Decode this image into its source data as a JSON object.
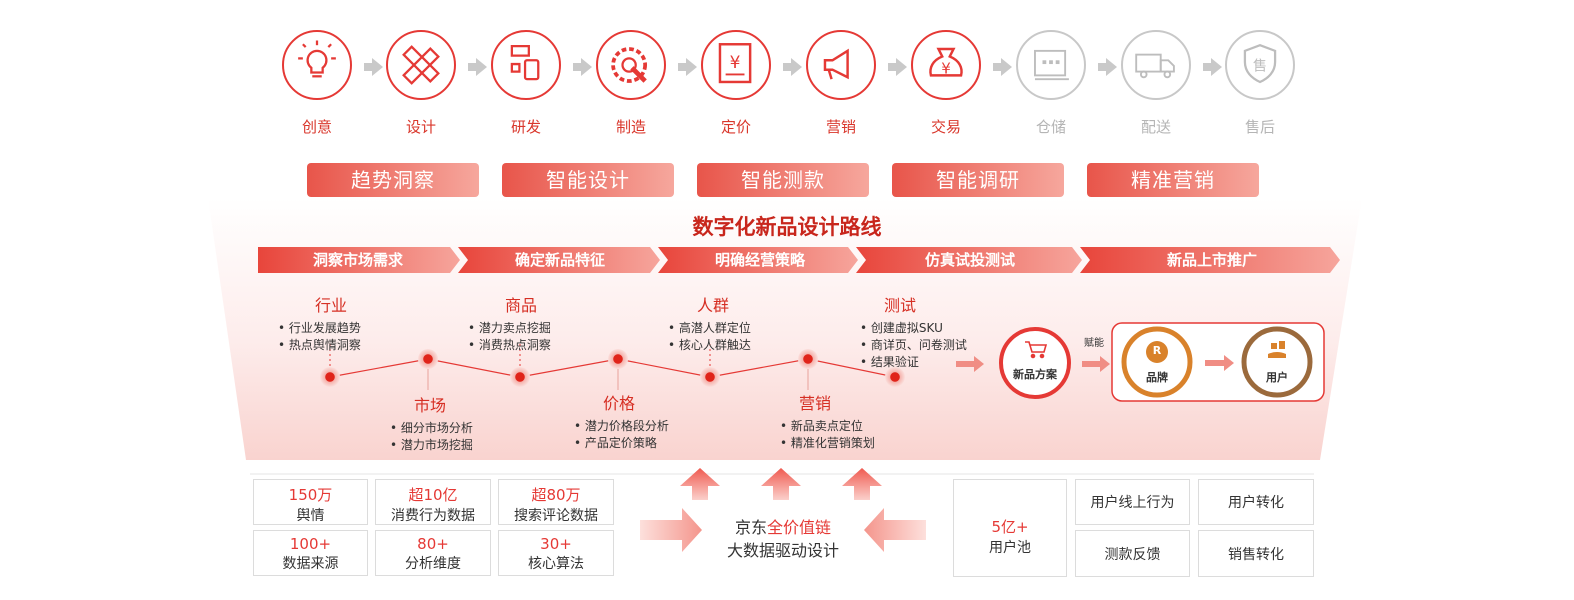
{
  "chain": [
    {
      "label": "创意",
      "icon": "lightbulb-icon",
      "active": true
    },
    {
      "label": "设计",
      "icon": "pencil-ruler-icon",
      "active": true
    },
    {
      "label": "研发",
      "icon": "devices-icon",
      "active": true
    },
    {
      "label": "制造",
      "icon": "gear-wrench-icon",
      "active": true
    },
    {
      "label": "定价",
      "icon": "price-tag-icon",
      "active": true,
      "glyph": "¥"
    },
    {
      "label": "营销",
      "icon": "megaphone-icon",
      "active": true
    },
    {
      "label": "交易",
      "icon": "money-bag-icon",
      "active": true,
      "glyph": "¥"
    },
    {
      "label": "仓储",
      "icon": "warehouse-icon",
      "active": false
    },
    {
      "label": "配送",
      "icon": "truck-icon",
      "active": false
    },
    {
      "label": "售后",
      "icon": "shield-icon",
      "active": false,
      "glyph": "售"
    }
  ],
  "capabilities": [
    "趋势洞察",
    "智能设计",
    "智能测款",
    "智能调研",
    "精准营销"
  ],
  "route_title": "数字化新品设计路线",
  "bands": [
    "洞察市场需求",
    "确定新品特征",
    "明确经营策略",
    "仿真试投测试",
    "新品上市推广"
  ],
  "stages_top": [
    {
      "title": "行业",
      "items": [
        "行业发展趋势",
        "热点舆情洞察"
      ]
    },
    {
      "title": "商品",
      "items": [
        "潜力卖点挖掘",
        "消费热点洞察"
      ]
    },
    {
      "title": "人群",
      "items": [
        "高潜人群定位",
        "核心人群触达"
      ]
    },
    {
      "title": "测试",
      "items": [
        "创建虚拟SKU",
        "商详页、问卷测试",
        "结果验证"
      ]
    }
  ],
  "stages_bottom": [
    {
      "title": "市场",
      "items": [
        "细分市场分析",
        "潜力市场挖掘"
      ]
    },
    {
      "title": "价格",
      "items": [
        "潜力价格段分析",
        "产品定价策略"
      ]
    },
    {
      "title": "营销",
      "items": [
        "新品卖点定位",
        "精准化营销策划"
      ]
    }
  ],
  "plan": {
    "label": "新品方案",
    "empower": "赋能",
    "brand": "品牌",
    "user": "用户",
    "brand_glyph": "R"
  },
  "data_boxes": [
    {
      "value": "150万",
      "text": "舆情"
    },
    {
      "value": "超10亿",
      "text": "消费行为数据"
    },
    {
      "value": "超80万",
      "text": "搜索评论数据"
    },
    {
      "value": "100+",
      "text": "数据来源"
    },
    {
      "value": "80+",
      "text": "分析维度"
    },
    {
      "value": "30+",
      "text": "核心算法"
    }
  ],
  "center": {
    "prefix": "京东",
    "highlight": "全价值链",
    "line2": "大数据驱动设计"
  },
  "user_pool": {
    "value": "5亿+",
    "text": "用户池"
  },
  "user_boxes": [
    "用户线上行为",
    "用户转化",
    "测款反馈",
    "销售转化"
  ],
  "colors": {
    "accent": "#e53935",
    "dark_red": "#c8261c",
    "gray": "#c8c8c8"
  }
}
